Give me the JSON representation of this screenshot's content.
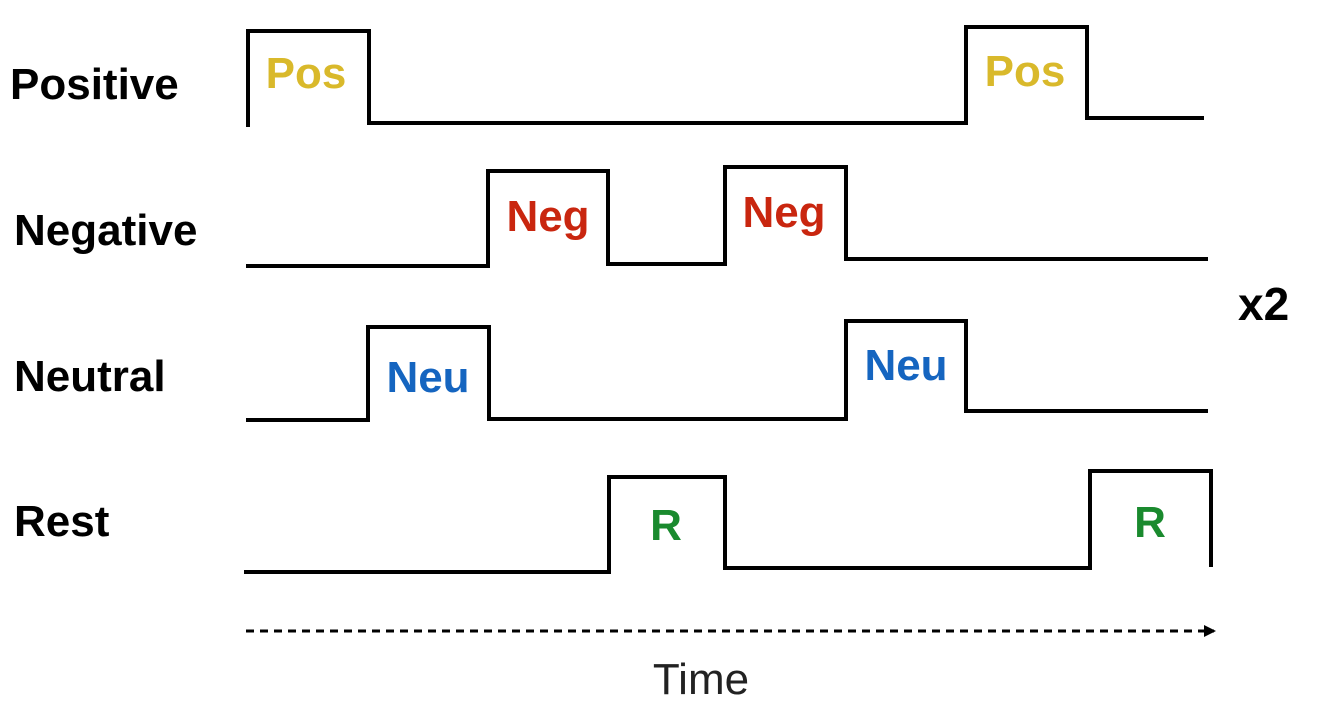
{
  "rows": [
    {
      "label": "Positive",
      "color": "#d9b92b",
      "blocks": [
        {
          "text": "Pos"
        },
        {
          "text": "Pos"
        }
      ]
    },
    {
      "label": "Negative",
      "color": "#c9260f",
      "blocks": [
        {
          "text": "Neg"
        },
        {
          "text": "Neg"
        }
      ]
    },
    {
      "label": "Neutral",
      "color": "#1565c0",
      "blocks": [
        {
          "text": "Neu"
        },
        {
          "text": "Neu"
        }
      ]
    },
    {
      "label": "Rest",
      "color": "#1a8a2e",
      "blocks": [
        {
          "text": "R"
        },
        {
          "text": "R"
        }
      ]
    }
  ],
  "repeat_label": "x2",
  "time_label": "Time"
}
